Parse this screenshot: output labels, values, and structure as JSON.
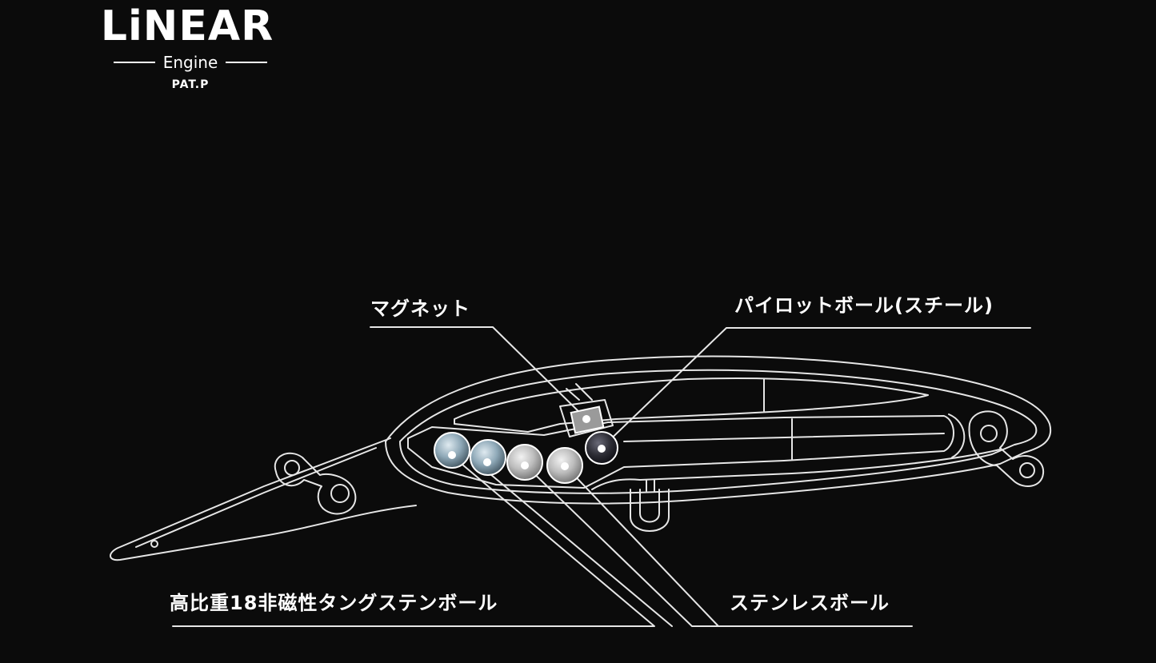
{
  "logo": {
    "title": "LiNEAR",
    "subtitle": "Engine",
    "patent": "PAT.P"
  },
  "labels": {
    "magnet": "マグネット",
    "pilot_ball": "パイロットボール(スチール)",
    "tungsten_balls": "高比重18非磁性タングステンボール",
    "stainless_ball": "ステンレスボール"
  },
  "colors": {
    "background": "#0b0b0b",
    "line": "#e6e6e6",
    "tungsten_ball": "#8fa9b8",
    "stainless_ball": "#bdbdbd",
    "pilot_ball": "#2c2c34"
  }
}
